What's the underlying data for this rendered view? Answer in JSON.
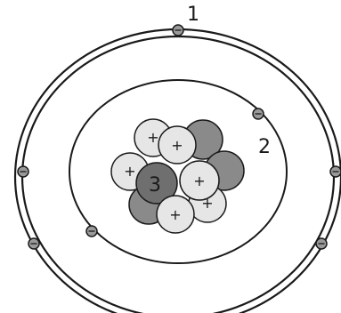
{
  "labels": {
    "outer_shell": "1",
    "inner_shell": "2",
    "nucleus": "3"
  },
  "particles": {
    "proton_symbol": "+",
    "electron_symbol": "−"
  },
  "colors": {
    "line": "#1a1a1a",
    "proton": "#e6e6e6",
    "neutron": "#8a8a8a",
    "neutron_front": "#6f6f6f",
    "electron": "#9a9a9a"
  }
}
